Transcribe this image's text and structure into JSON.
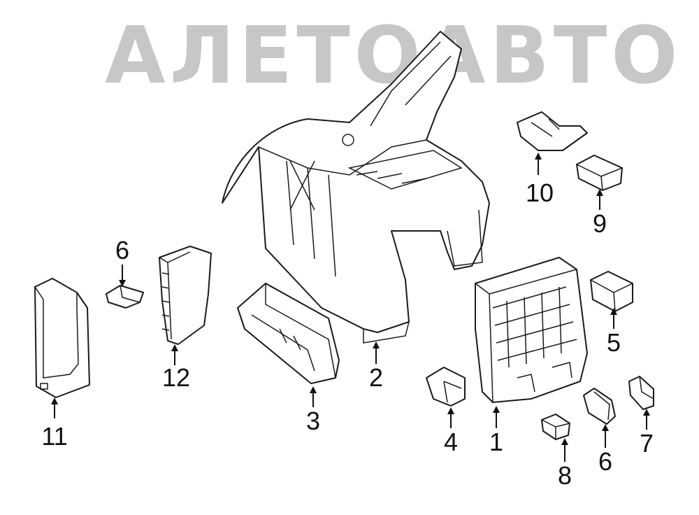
{
  "watermark": {
    "text": "АЛЕТОАВТО",
    "color": "#9a9a9a"
  },
  "callouts": [
    {
      "id": "c1",
      "label": "1"
    },
    {
      "id": "c2",
      "label": "2"
    },
    {
      "id": "c3",
      "label": "3"
    },
    {
      "id": "c4",
      "label": "4"
    },
    {
      "id": "c5",
      "label": "5"
    },
    {
      "id": "c6a",
      "label": "6"
    },
    {
      "id": "c6b",
      "label": "6"
    },
    {
      "id": "c7",
      "label": "7"
    },
    {
      "id": "c8",
      "label": "8"
    },
    {
      "id": "c9",
      "label": "9"
    },
    {
      "id": "c10",
      "label": "10"
    },
    {
      "id": "c11",
      "label": "11"
    },
    {
      "id": "c12",
      "label": "12"
    }
  ]
}
